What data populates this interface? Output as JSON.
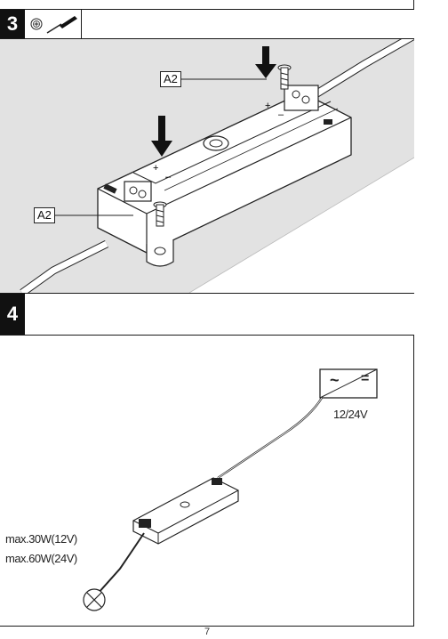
{
  "steps": [
    {
      "number": "3",
      "label_a": "A2",
      "label_b": "A2"
    },
    {
      "number": "4"
    }
  ],
  "driver": {
    "ac_symbol": "~",
    "dc_symbol": "=",
    "voltage": "12/24V"
  },
  "load": {
    "line1": "max.30W(12V)",
    "line2": "max.60W(24V)"
  },
  "page_number": "7",
  "icons": [
    "phillips-screw-icon",
    "screwdriver-icon",
    "arrow-down-icon",
    "lamp-icon"
  ]
}
